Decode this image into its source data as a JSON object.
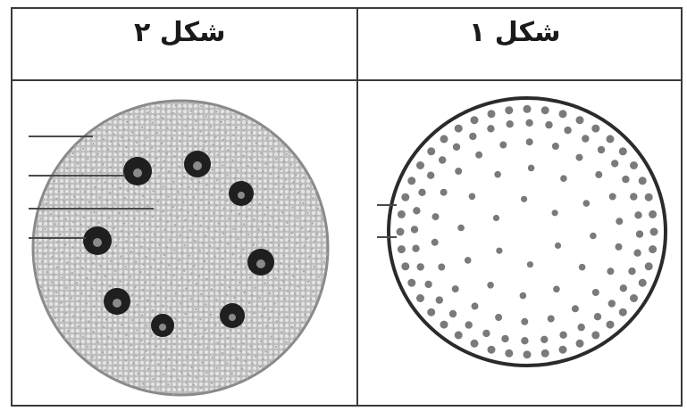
{
  "table": {
    "headers": [
      "شکل ۲",
      "شکل ۱"
    ]
  },
  "figures": [
    {
      "id": "fig2",
      "header_index": 0,
      "description_icon": "monocot-stem-cross-section-icon",
      "label_lines": 4,
      "vascular_bundles": 8
    },
    {
      "id": "fig1",
      "header_index": 1,
      "description_icon": "scattered-bundle-stem-cross-section-icon",
      "label_lines": 2
    }
  ]
}
